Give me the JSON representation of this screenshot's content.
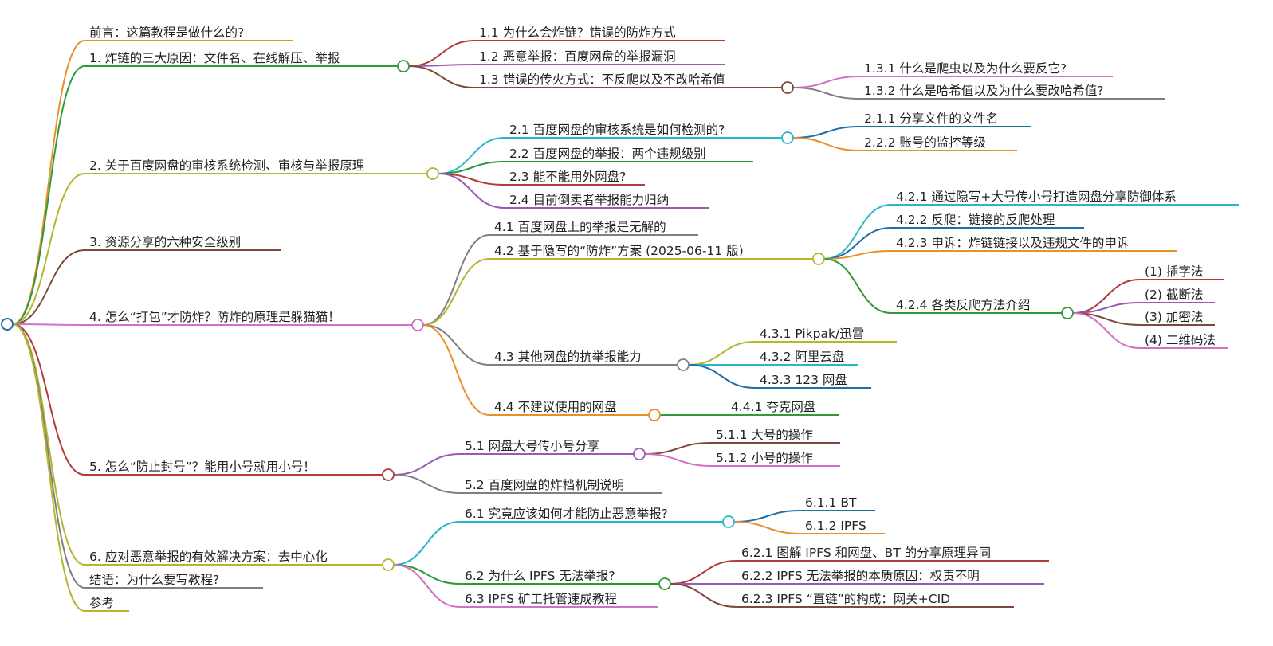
{
  "root": {
    "color": "#1d6fa5"
  },
  "nodes": [
    {
      "id": "preface",
      "label": "前言：这篇教程是做什么的?",
      "color": "#e8902a"
    },
    {
      "id": "n1",
      "label": "1. 炸链的三大原因：文件名、在线解压、举报",
      "color": "#2f9a3a",
      "children": [
        {
          "id": "n1_1",
          "label": "1.1 为什么会炸链？错误的防炸方式",
          "color": "#b23a3a"
        },
        {
          "id": "n1_2",
          "label": "1.2 恶意举报：百度网盘的举报漏洞",
          "color": "#9b59b6"
        },
        {
          "id": "n1_3",
          "label": "1.3 错误的传火方式：不反爬以及不改哈希值",
          "color": "#7a4a3a",
          "children": [
            {
              "id": "n1_3_1",
              "label": "1.3.1 什么是爬虫以及为什么要反它?",
              "color": "#d46fc8"
            },
            {
              "id": "n1_3_2",
              "label": "1.3.2 什么是哈希值以及为什么要改哈希值?",
              "color": "#7f7f7f"
            }
          ]
        }
      ]
    },
    {
      "id": "n2",
      "label": "2. 关于百度网盘的审核系统检测、审核与举报原理",
      "color": "#b5b52e",
      "children": [
        {
          "id": "n2_1",
          "label": "2.1 百度网盘的审核系统是如何检测的?",
          "color": "#2ab6c9",
          "children": [
            {
              "id": "n2_1_1",
              "label": "2.1.1 分享文件的文件名",
              "color": "#1d6fa5"
            },
            {
              "id": "n2_2_2",
              "label": "2.2.2 账号的监控等级",
              "color": "#e8902a"
            }
          ]
        },
        {
          "id": "n2_2",
          "label": "2.2 百度网盘的举报：两个违规级别",
          "color": "#2f9a3a"
        },
        {
          "id": "n2_3",
          "label": "2.3 能不能用外网盘?",
          "color": "#b23a3a"
        },
        {
          "id": "n2_4",
          "label": "2.4 目前倒卖者举报能力归纳",
          "color": "#9b59b6"
        }
      ]
    },
    {
      "id": "n3",
      "label": "3. 资源分享的六种安全级别",
      "color": "#7a4a3a"
    },
    {
      "id": "n4",
      "label": "4. 怎么“打包”才防炸？防炸的原理是躲猫猫！",
      "color": "#d46fc8",
      "children": [
        {
          "id": "n4_1",
          "label": "4.1 百度网盘上的举报是无解的",
          "color": "#7f7f7f"
        },
        {
          "id": "n4_2",
          "label": "4.2 基于隐写的“防炸”方案 (2025-06-11 版)",
          "color": "#b5b52e",
          "children": [
            {
              "id": "n4_2_1",
              "label": "4.2.1 通过隐写+大号传小号打造网盘分享防御体系",
              "color": "#2ab6c9"
            },
            {
              "id": "n4_2_2",
              "label": "4.2.2 反爬：链接的反爬处理",
              "color": "#1d6fa5"
            },
            {
              "id": "n4_2_3",
              "label": "4.2.3 申诉：炸链链接以及违规文件的申诉",
              "color": "#e8902a"
            },
            {
              "id": "n4_2_4",
              "label": "4.2.4 各类反爬方法介绍",
              "color": "#2f9a3a",
              "children": [
                {
                  "id": "m1",
                  "label": "(1) 插字法",
                  "color": "#b23a3a"
                },
                {
                  "id": "m2",
                  "label": "(2) 截断法",
                  "color": "#9b59b6"
                },
                {
                  "id": "m3",
                  "label": "(3) 加密法",
                  "color": "#7a4a3a"
                },
                {
                  "id": "m4",
                  "label": "(4) 二维码法",
                  "color": "#d46fc8"
                }
              ]
            }
          ]
        },
        {
          "id": "n4_3",
          "label": "4.3 其他网盘的抗举报能力",
          "color": "#7f7f7f",
          "children": [
            {
              "id": "n4_3_1",
              "label": "4.3.1 Pikpak/迅雷",
              "color": "#b5b52e"
            },
            {
              "id": "n4_3_2",
              "label": "4.3.2 阿里云盘",
              "color": "#2ab6c9"
            },
            {
              "id": "n4_3_3",
              "label": "4.3.3 123 网盘",
              "color": "#1d6fa5"
            }
          ]
        },
        {
          "id": "n4_4",
          "label": "4.4 不建议使用的网盘",
          "color": "#e8902a",
          "children": [
            {
              "id": "n4_4_1",
              "label": "4.4.1 夸克网盘",
              "color": "#2f9a3a"
            }
          ]
        }
      ]
    },
    {
      "id": "n5",
      "label": "5. 怎么“防止封号”？能用小号就用小号！",
      "color": "#b23a3a",
      "children": [
        {
          "id": "n5_1",
          "label": "5.1 网盘大号传小号分享",
          "color": "#9b59b6",
          "children": [
            {
              "id": "n5_1_1",
              "label": "5.1.1 大号的操作",
              "color": "#7a4a3a"
            },
            {
              "id": "n5_1_2",
              "label": "5.1.2 小号的操作",
              "color": "#d46fc8"
            }
          ]
        },
        {
          "id": "n5_2",
          "label": "5.2 百度网盘的炸档机制说明",
          "color": "#7f7f7f"
        }
      ]
    },
    {
      "id": "n6",
      "label": "6. 应对恶意举报的有效解决方案：去中心化",
      "color": "#b5b52e",
      "children": [
        {
          "id": "n6_1",
          "label": "6.1 究竟应该如何才能防止恶意举报?",
          "color": "#2ab6c9",
          "children": [
            {
              "id": "n6_1_1",
              "label": "6.1.1 BT",
              "color": "#1d6fa5"
            },
            {
              "id": "n6_1_2",
              "label": "6.1.2 IPFS",
              "color": "#e8902a"
            }
          ]
        },
        {
          "id": "n6_2",
          "label": "6.2 为什么 IPFS 无法举报?",
          "color": "#2f9a3a",
          "children": [
            {
              "id": "n6_2_1",
              "label": "6.2.1 图解 IPFS 和网盘、BT 的分享原理异同",
              "color": "#b23a3a"
            },
            {
              "id": "n6_2_2",
              "label": "6.2.2 IPFS 无法举报的本质原因：权责不明",
              "color": "#9b59b6"
            },
            {
              "id": "n6_2_3",
              "label": "6.2.3 IPFS “直链”的构成：网关+CID",
              "color": "#7a4a3a"
            }
          ]
        },
        {
          "id": "n6_3",
          "label": "6.3 IPFS 矿工托管速成教程",
          "color": "#d46fc8"
        }
      ]
    },
    {
      "id": "conclusion",
      "label": "结语：为什么要写教程?",
      "color": "#7f7f7f"
    },
    {
      "id": "refs",
      "label": "参考",
      "color": "#b5b52e"
    }
  ]
}
